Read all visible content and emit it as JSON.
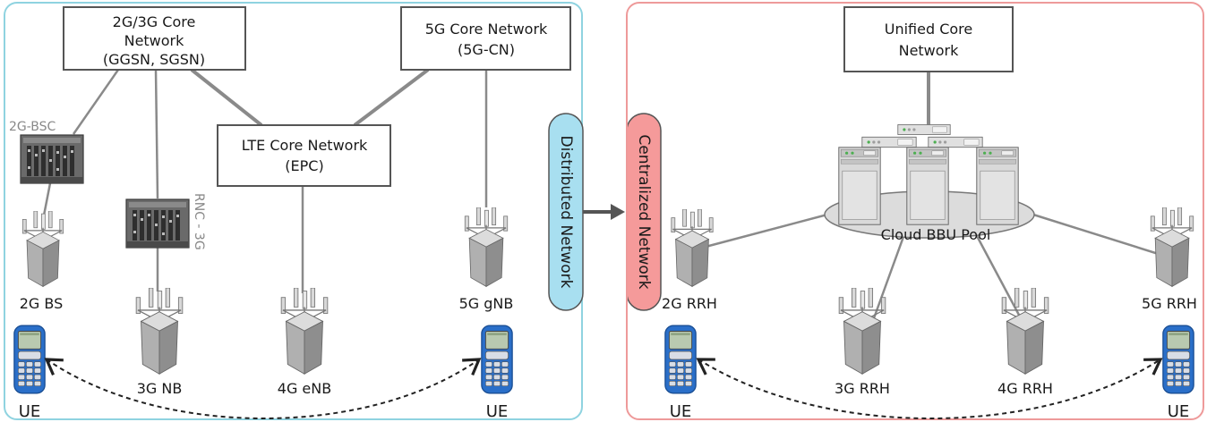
{
  "colors": {
    "distributed_border": "#8fd3e0",
    "centralized_border": "#ee9a9a",
    "distributed_pill": "#a8dff0",
    "centralized_pill": "#f59a9a",
    "node_box_border": "#555555",
    "link_gray": "#8a8a8a"
  },
  "distributed": {
    "core_2g3g": [
      "2G/3G Core",
      "Network",
      "(GGSN, SGSN)"
    ],
    "core_5g": [
      "5G Core Network",
      "(5G-CN)"
    ],
    "core_lte": [
      "LTE Core Network",
      "(EPC)"
    ],
    "bsc_label": "2G-BSC",
    "rnc_label": "RNC - 3G",
    "tower_2g": "2G BS",
    "tower_3g": "3G NB",
    "tower_4g": "4G eNB",
    "tower_5g": "5G gNB",
    "ue_left": "UE",
    "ue_right": "UE",
    "pill_label": "Distributed Network"
  },
  "centralized": {
    "core_unified": [
      "Unified Core",
      "Network"
    ],
    "bbu_pool": "Cloud BBU Pool",
    "rrh_2g": "2G RRH",
    "rrh_3g": "3G RRH",
    "rrh_4g": "4G RRH",
    "rrh_5g": "5G RRH",
    "ue_left": "UE",
    "ue_right": "UE",
    "pill_label": "Centralized Network"
  },
  "icons": {
    "tower": "cell-tower-icon",
    "phone": "mobile-phone-icon",
    "rack": "equipment-rack-icon",
    "server": "server-icon",
    "arrow": "right-arrow-icon"
  }
}
